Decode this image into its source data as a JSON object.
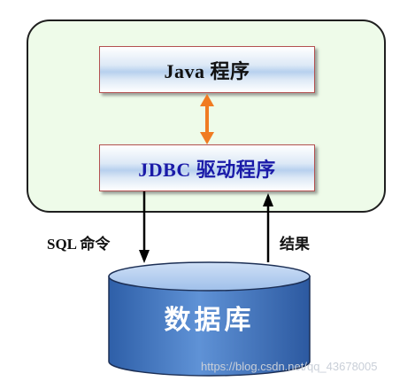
{
  "diagram": {
    "java_program": "Java 程序",
    "jdbc_driver": "JDBC 驱动程序",
    "sql_command": "SQL 命令",
    "result": "结果",
    "database": "数据库",
    "watermark": "https://blog.csdn.net/qq_43678005"
  },
  "colors": {
    "panel_fill": "#eefbe9",
    "box_border": "#b35050",
    "jdbc_text": "#1a1aa8",
    "bidirectional_arrow": "#f07b22",
    "database_fill": "#4a7fc8"
  }
}
